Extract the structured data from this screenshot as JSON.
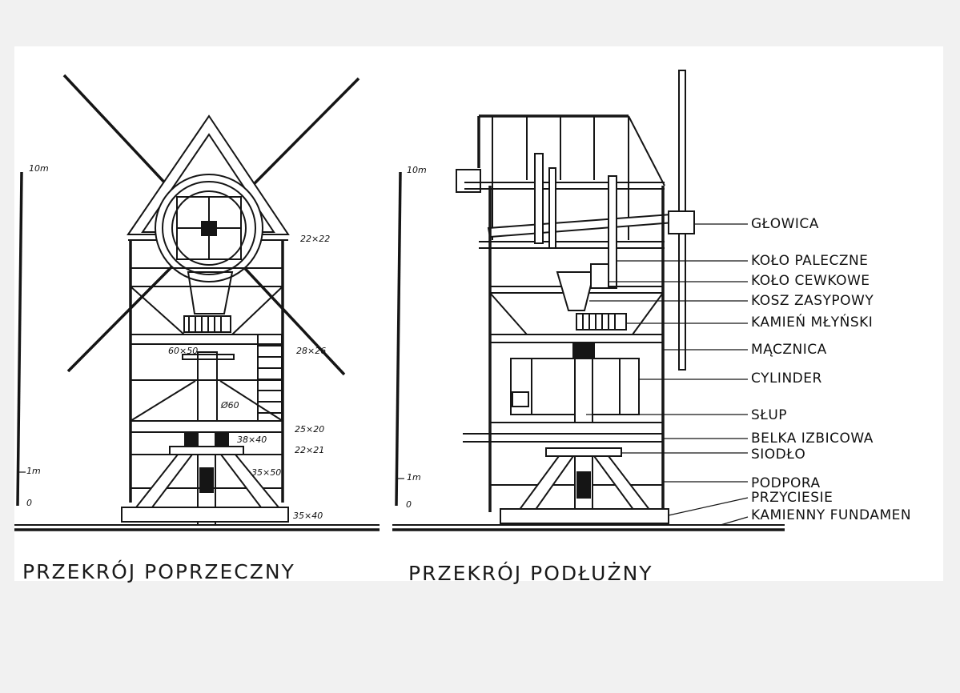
{
  "captions": {
    "left": "PRZEKRÓJ POPRZECZNY",
    "right": "PRZEKRÓJ PODŁUŻNY"
  },
  "scale": {
    "top": "10m",
    "mid": "1m",
    "zero": "0"
  },
  "dimensions": {
    "d1": "22×22",
    "d2": "60×50",
    "d3": "28×26",
    "d4": "Ø60",
    "d5": "25×20",
    "d6": "38×40",
    "d7": "22×21",
    "d8": "35×50",
    "d9": "35×40"
  },
  "labels": {
    "glowica": "GŁOWICA",
    "kolo_paleczne": "KOŁO PALECZNE",
    "kolo_cewkowe": "KOŁO CEWKOWE",
    "kosz_zasypowy": "KOSZ ZASYPOWY",
    "kamien_mlynski": "KAMIEŃ MŁYŃSKI",
    "macznica": "MĄCZNICA",
    "cylinder": "CYLINDER",
    "slup": "SŁUP",
    "belka_izbicowa": "BELKA IZBICOWA",
    "siodlo": "SIODŁO",
    "podpora": "PODPORA",
    "przyciesie": "PRZYCIESIE",
    "kamienny_fundament": "KAMIENNY FUNDAMEN"
  }
}
